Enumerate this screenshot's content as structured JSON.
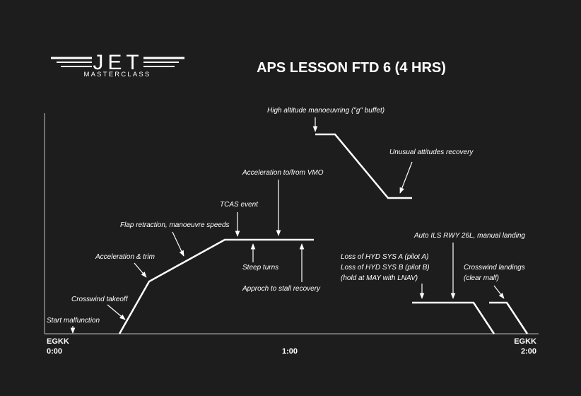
{
  "logo": {
    "main": "JET",
    "sub": "MASTERCLASS"
  },
  "title": "APS LESSON FTD 6 (4 HRS)",
  "axis": {
    "start_location": "EGKK",
    "start_time": "0:00",
    "mid_time": "1:00",
    "end_location": "EGKK",
    "end_time": "2:00"
  },
  "annotations": {
    "start_malfunction": "Start malfunction",
    "crosswind_takeoff": "Crosswind takeoff",
    "acceleration_trim": "Acceleration & trim",
    "flap_retraction": "Flap retraction, manoeuvre speeds",
    "tcas_event": "TCAS event",
    "acceleration_vmo": "Acceleration to/from VMO",
    "steep_turns": "Steep turns",
    "approach_stall": "Approch to stall recovery",
    "high_altitude": "High altitude manoeuvring (\"g\" buffet)",
    "unusual_attitudes": "Unusual attitudes recovery",
    "auto_ils": "Auto ILS RWY 26L, manual landing",
    "hyd_a": "Loss of HYD SYS A (pilot A)",
    "hyd_b": "Loss of HYD SYS B (pilot B)",
    "hold_may": "(hold at MAY with LNAV)",
    "crosswind_landings": "Crosswind landings",
    "clear_malf": "(clear malf)"
  },
  "colors": {
    "background": "#1d1d1d",
    "foreground": "#ffffff"
  }
}
